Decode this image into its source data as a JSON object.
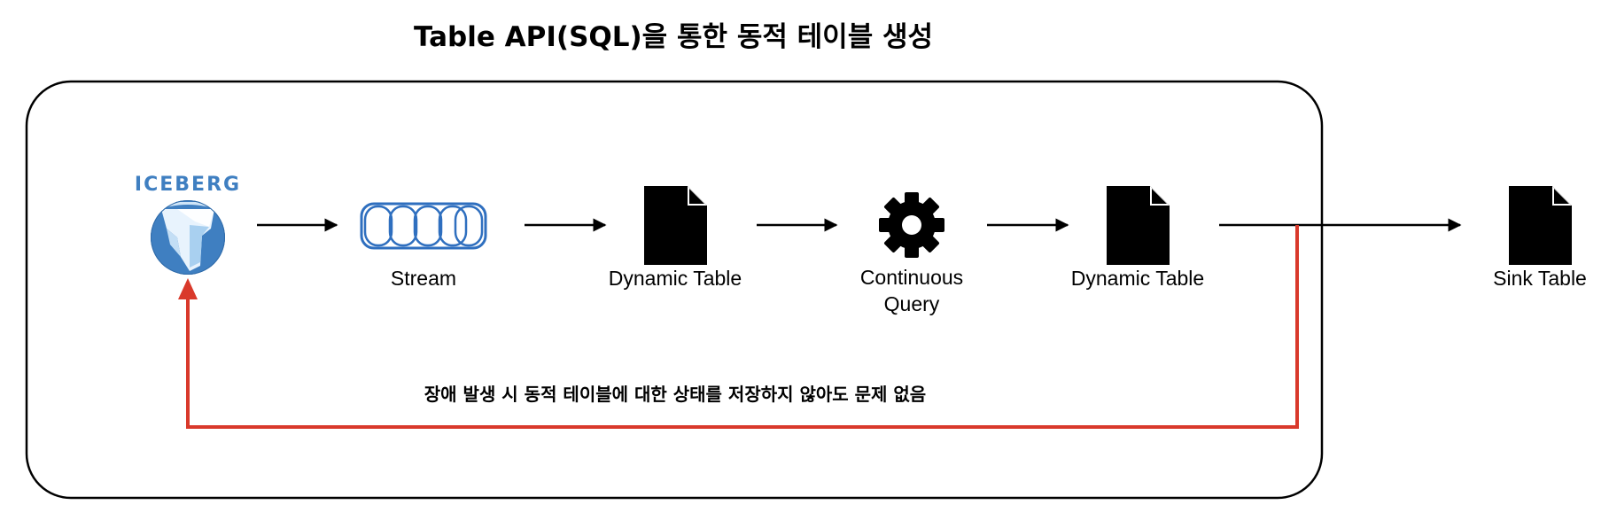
{
  "title": "Table API(SQL)을 통한 동적 테이블 생성",
  "colors": {
    "line": "#000000",
    "feedback": "#d9392b",
    "iceberg_text": "#3f7fc1",
    "iceberg_circle": "#3f7fc1",
    "stream_stroke": "#2f6fbf"
  },
  "nodes": {
    "source": {
      "brand": "ICEBERG",
      "icon": "iceberg-logo-icon"
    },
    "stream": {
      "label": "Stream",
      "icon": "queue-icon"
    },
    "dynamic_table_1": {
      "label": "Dynamic Table",
      "icon": "document-icon"
    },
    "continuous_query": {
      "label_line1": "Continuous",
      "label_line2": "Query",
      "icon": "gear-icon"
    },
    "dynamic_table_2": {
      "label": "Dynamic Table",
      "icon": "document-icon"
    },
    "sink": {
      "label": "Sink Table",
      "icon": "document-icon"
    }
  },
  "feedback_note": "장애 발생 시 동적 테이블에 대한 상태를 저장하지 않아도 문제 없음"
}
